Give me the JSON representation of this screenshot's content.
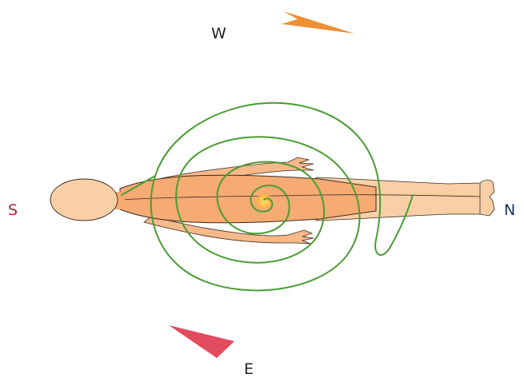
{
  "compass": {
    "west": "W",
    "south": "S",
    "north": "N",
    "east": "E"
  },
  "colors": {
    "west_label": "#1f1f1f",
    "south_label": "#b0233a",
    "north_label": "#1c2f6e",
    "east_label": "#1f1f1f",
    "west_arrow": "#ee8f33",
    "east_arrow": "#e34b5f",
    "body_fill": "#f5ab72",
    "body_light": "#f9cfa6",
    "body_outline": "#3a2a22",
    "spiral": "#4a9c32",
    "navel_glow": "#ffcf4a"
  },
  "icons": {
    "west_arrow": "arrow-pointer-icon",
    "east_arrow": "arrow-pointer-icon",
    "figure": "human-figure-icon",
    "spiral": "spiral-icon"
  }
}
